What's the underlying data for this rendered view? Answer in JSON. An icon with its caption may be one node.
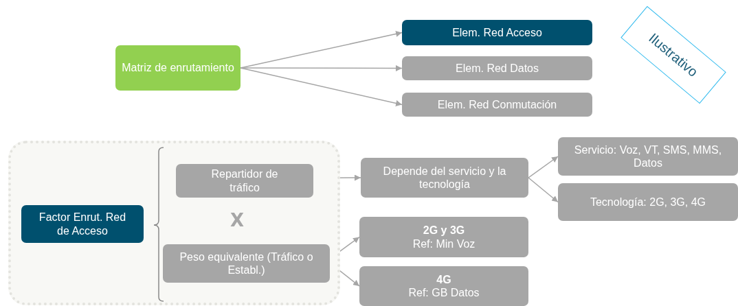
{
  "diagram": {
    "nodes": [
      {
        "text": [
          "Matriz de enrutamiento"
        ]
      },
      {
        "text": [
          "Elem. Red Acceso"
        ]
      },
      {
        "text": [
          "Elem. Red Datos"
        ]
      },
      {
        "text": [
          "Elem. Red Conmutación"
        ]
      },
      {
        "text": [
          "Ilustrativo"
        ]
      },
      {
        "text": [],
        "shape": "box"
      },
      {
        "text": [
          "Factor Enrut. Red de Acceso"
        ],
        "in": 5
      },
      {
        "text": [
          "Repartidor de tráfico"
        ],
        "in": 5
      },
      {
        "text": [
          "Peso equivalente (Tráfico o Establ.)"
        ],
        "in": 5
      },
      {
        "text": [
          "Depende del servicio y la tecnología"
        ]
      },
      {
        "text": [
          "Servicio: Voz, VT, SMS, MMS, Datos"
        ]
      },
      {
        "text": [
          "Tecnología: 2G, 3G, 4G"
        ]
      },
      {
        "text": [
          "2G y 3G",
          "Ref: Min Voz"
        ]
      },
      {
        "text": [
          "4G",
          "Ref: GB Datos"
        ]
      }
    ],
    "edges": [
      {
        "from": 0,
        "to": 1,
        "arrow": "to"
      },
      {
        "from": 0,
        "to": 2,
        "arrow": "to"
      },
      {
        "from": 0,
        "to": 3,
        "arrow": "to"
      },
      {
        "from": 7,
        "to": 9,
        "arrow": "to"
      },
      {
        "from": 9,
        "to": 10,
        "arrow": "to"
      },
      {
        "from": 9,
        "to": 11,
        "arrow": "to"
      },
      {
        "from": 8,
        "to": 12,
        "arrow": "to"
      },
      {
        "from": 8,
        "to": 13,
        "arrow": "to"
      }
    ],
    "labels": [
      "X"
    ]
  }
}
